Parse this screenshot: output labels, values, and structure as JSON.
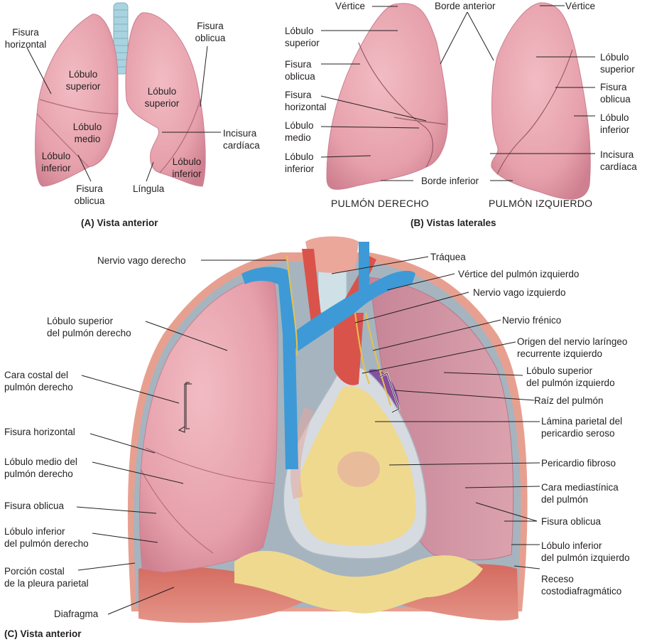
{
  "panel_a": {
    "caption": "(A) Vista anterior",
    "labels": {
      "fisura_horizontal": [
        "Fisura",
        "horizontal"
      ],
      "lobulo_superior_der": [
        "Lóbulo",
        "superior"
      ],
      "lobulo_medio": [
        "Lóbulo",
        "medio"
      ],
      "lobulo_inferior_der": [
        "Lóbulo",
        "inferior"
      ],
      "fisura_oblicua_der": [
        "Fisura",
        "oblicua"
      ],
      "fisura_oblicua_izq": [
        "Fisura",
        "oblicua"
      ],
      "lobulo_superior_izq": [
        "Lóbulo",
        "superior"
      ],
      "incisura_cardiaca": [
        "Incisura",
        "cardíaca"
      ],
      "lingula": "Língula",
      "lobulo_inferior_izq": [
        "Lóbulo",
        "inferior"
      ]
    }
  },
  "panel_b": {
    "caption": "(B) Vistas laterales",
    "subtitle_right_lung": "PULMÓN DERECHO",
    "subtitle_left_lung": "PULMÓN IZQUIERDO",
    "labels": {
      "vertice_der": "Vértice",
      "borde_anterior": "Borde anterior",
      "vertice_izq": "Vértice",
      "lobulo_superior_der": [
        "Lóbulo",
        "superior"
      ],
      "fisura_oblicua_der": [
        "Fisura",
        "oblicua"
      ],
      "fisura_horizontal": [
        "Fisura",
        "horizontal"
      ],
      "lobulo_medio": [
        "Lóbulo",
        "medio"
      ],
      "lobulo_inferior_der": [
        "Lóbulo",
        "inferior"
      ],
      "borde_inferior": "Borde inferior",
      "lobulo_superior_izq": [
        "Lóbulo",
        "superior"
      ],
      "fisura_oblicua_izq": [
        "Fisura",
        "oblicua"
      ],
      "lobulo_inferior_izq": [
        "Lóbulo",
        "inferior"
      ],
      "incisura_cardiaca": [
        "Incisura",
        "cardíaca"
      ]
    }
  },
  "panel_c": {
    "caption": "(C) Vista anterior",
    "left_labels": {
      "nervio_vago_derecho": "Nervio vago derecho",
      "lobulo_superior_pulmon_derecho": [
        "Lóbulo superior",
        "del pulmón derecho"
      ],
      "cara_costal": [
        "Cara costal del",
        "pulmón derecho"
      ],
      "fisura_horizontal": "Fisura horizontal",
      "lobulo_medio": [
        "Lóbulo medio del",
        "pulmón derecho"
      ],
      "fisura_oblicua": "Fisura oblicua",
      "lobulo_inferior": [
        "Lóbulo inferior",
        "del pulmón derecho"
      ],
      "porcion_costal": [
        "Porción costal",
        "de la pleura parietal"
      ],
      "diafragma": "Diafragma"
    },
    "right_labels": {
      "traquea": "Tráquea",
      "vertice_pulmon_izquierdo": "Vértice del pulmón izquierdo",
      "nervio_vago_izquierdo": "Nervio vago izquierdo",
      "nervio_frenico": "Nervio frénico",
      "origen_nervio_laringeo": [
        "Origen del nervio laríngeo",
        "recurrente izquierdo"
      ],
      "lobulo_superior_izq": [
        "Lóbulo superior",
        "del pulmón izquierdo"
      ],
      "raiz_pulmon": "Raíz del pulmón",
      "lamina_parietal": [
        "Lámina parietal del",
        "pericardio seroso"
      ],
      "pericardio_fibroso": "Pericardio fibroso",
      "cara_mediastinica": [
        "Cara mediastínica",
        "del pulmón"
      ],
      "fisura_oblicua": "Fisura oblicua",
      "lobulo_inferior_izq": [
        "Lóbulo inferior",
        "del pulmón izquierdo"
      ],
      "receso": [
        "Receso",
        "costodiafragmático"
      ]
    }
  },
  "colors": {
    "lung_pink": "#e8a4ae",
    "lung_pink_dark": "#d48894",
    "lung_mediastinal": "#c98a9a",
    "trachea_blue": "#a9d3df",
    "vein_blue": "#3d9ad6",
    "artery_red": "#d9534a",
    "pleura_gray": "#a6b4bf",
    "pericardium_gray": "#d5dbe0",
    "fat_yellow": "#efd98e",
    "diaphragm_red": "#d97468",
    "root_purple": "#7d3f9e",
    "nerve_yellow": "#e7c24a",
    "leader_line": "#231f20"
  }
}
